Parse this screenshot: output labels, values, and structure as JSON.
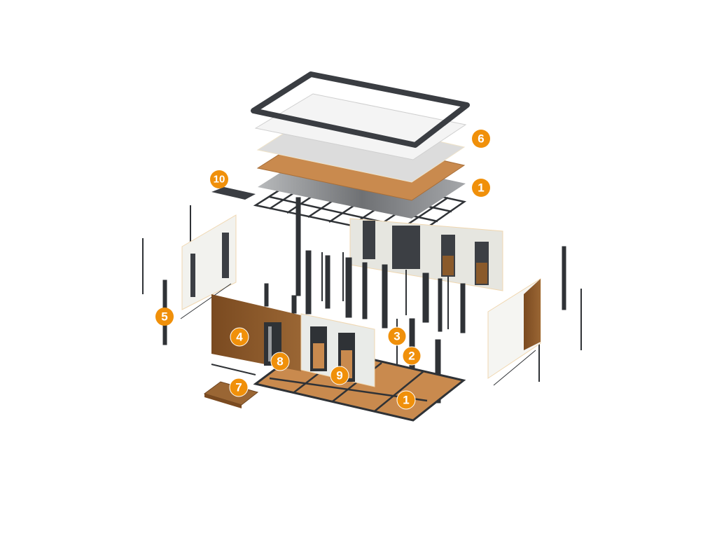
{
  "diagram": {
    "title": "",
    "colors": {
      "badge": "#f0900a",
      "frame": "#3a3d42",
      "wood": "#8a5a2b",
      "osb": "#c98a4e",
      "panel": "#eeeeea",
      "foil": "#8d8f92"
    },
    "callouts": [
      {
        "label": "6",
        "part": "roof"
      },
      {
        "label": "1",
        "part": "roof-panels"
      },
      {
        "label": "10",
        "part": "roof-trim"
      },
      {
        "label": "5",
        "part": "side-wall"
      },
      {
        "label": "4",
        "part": "wood-cladding-wall"
      },
      {
        "label": "3",
        "part": "wall-studs"
      },
      {
        "label": "2",
        "part": "corner-post"
      },
      {
        "label": "8",
        "part": "door"
      },
      {
        "label": "9",
        "part": "window"
      },
      {
        "label": "7",
        "part": "decking"
      },
      {
        "label": "1",
        "part": "floor-panels"
      }
    ]
  }
}
